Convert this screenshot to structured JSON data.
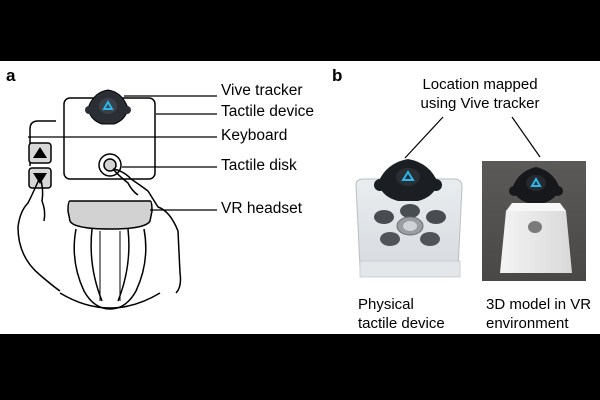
{
  "panel_a": {
    "label": "a",
    "callouts": {
      "vive_tracker": "Vive tracker",
      "tactile_device": "Tactile device",
      "keyboard": "Keyboard",
      "tactile_disk": "Tactile disk",
      "vr_headset": "VR headset"
    }
  },
  "panel_b": {
    "label": "b",
    "header_line1": "Location mapped",
    "header_line2": "using Vive tracker",
    "caption_left_line1": "Physical",
    "caption_left_line2": "tactile device",
    "caption_right_line1": "3D model in VR",
    "caption_right_line2": "environment"
  },
  "colors": {
    "letterbox": "#000000",
    "figure_bg": "#ffffff",
    "tracker_accent": "#2ab6e8",
    "tracker_body": "#1b1e23"
  }
}
